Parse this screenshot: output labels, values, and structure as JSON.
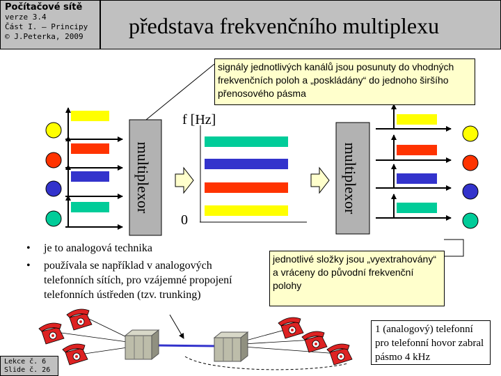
{
  "header": {
    "course": "Počítačové sítě",
    "version": "verze 3.4",
    "part": "Část I. – Principy",
    "copyright": "© J.Peterka, 2009"
  },
  "title": "představa frekvenčního multiplexu",
  "callout_top": "signály jednotlivých kanálů jsou posunuty do vhodných frekvenčních poloh a „poskládány“ do jednoho širšího přenosového pásma",
  "callout_right": "jednotlivé složky jsou „vyextrahovány“ a vráceny do původní frekvenční polohy",
  "multiplexor_label": "multiplexor",
  "graph": {
    "y_label": "f [Hz]",
    "zero_label": "0"
  },
  "bullets": [
    "je to analogová technika",
    "používala se například v analogových telefonních sítích, pro vzájemné propojení telefonních ústředen (tzv. trunking)"
  ],
  "phone_note": "1 (analogový) telefonní pro telefonní hovor zabral pásmo 4 kHz",
  "lesson": {
    "lesson": "Lekce č. 6",
    "slide": "Slide č. 26"
  },
  "colors": {
    "yellow": "#ffff00",
    "red": "#ff3300",
    "blue": "#3333cc",
    "teal": "#00cc99",
    "gray": "#b2b2b2",
    "note_bg": "#ffffcc",
    "phone_red": "#dd2222"
  }
}
